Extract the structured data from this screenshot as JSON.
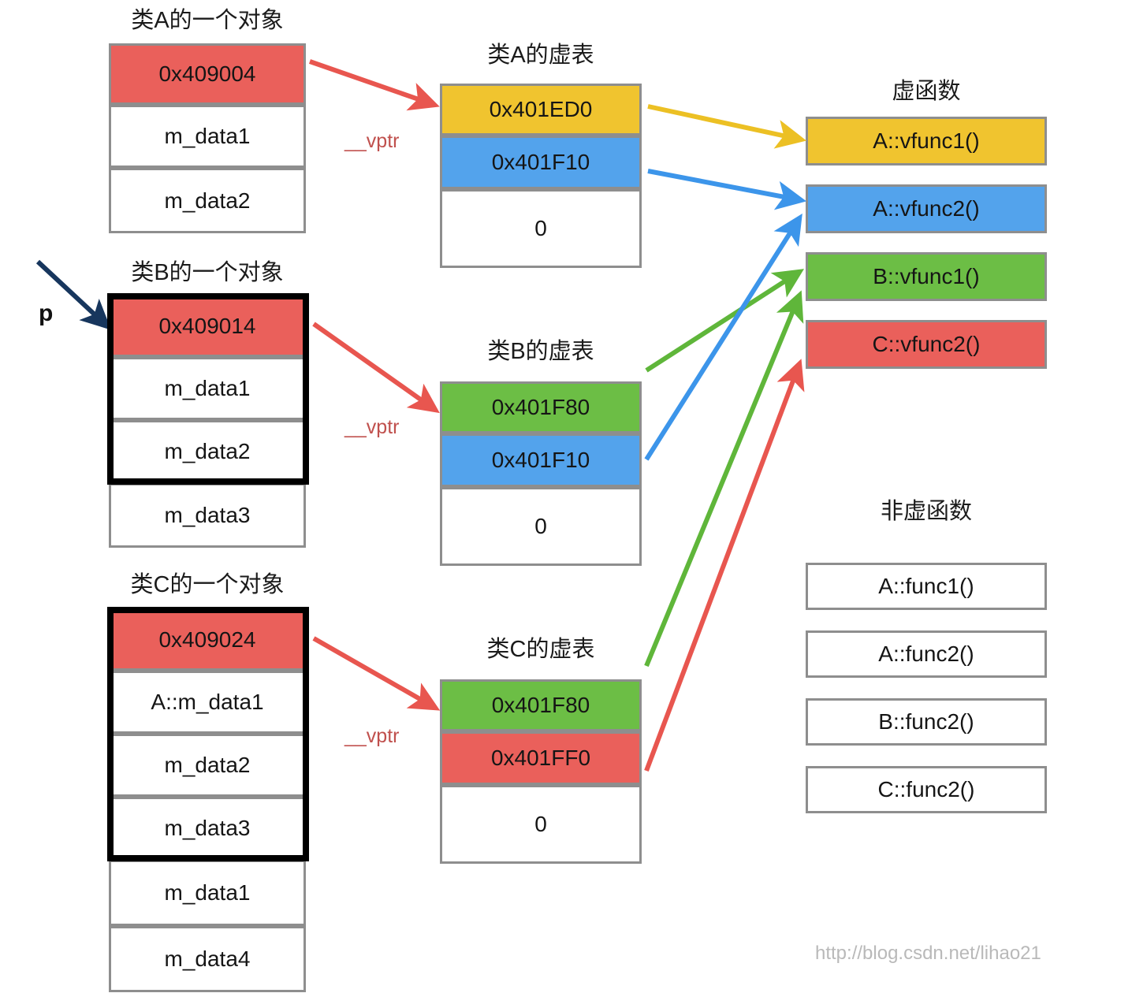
{
  "diagram": {
    "title_a_object": "类A的一个对象",
    "title_b_object": "类B的一个对象",
    "title_c_object": "类C的一个对象",
    "title_a_vtable": "类A的虚表",
    "title_b_vtable": "类B的虚表",
    "title_c_vtable": "类C的虚表",
    "title_vfuncs": "虚函数",
    "title_nonvfuncs": "非虚函数",
    "pointer_label": "p",
    "watermark": "http://blog.csdn.net/lihao21"
  },
  "vptr_labels": {
    "a": "__vptr",
    "b": "__vptr",
    "c": "__vptr"
  },
  "objects": {
    "a": {
      "rows": [
        {
          "text": "0x409004",
          "color": "red"
        },
        {
          "text": "m_data1",
          "color": "white"
        },
        {
          "text": "m_data2",
          "color": "white"
        }
      ]
    },
    "b": {
      "rows": [
        {
          "text": "0x409014",
          "color": "red"
        },
        {
          "text": "m_data1",
          "color": "white"
        },
        {
          "text": "m_data2",
          "color": "white"
        },
        {
          "text": "m_data3",
          "color": "white"
        }
      ]
    },
    "c": {
      "rows": [
        {
          "text": "0x409024",
          "color": "red"
        },
        {
          "text": "A::m_data1",
          "color": "white"
        },
        {
          "text": "m_data2",
          "color": "white"
        },
        {
          "text": "m_data3",
          "color": "white"
        },
        {
          "text": "m_data1",
          "color": "white"
        },
        {
          "text": "m_data4",
          "color": "white"
        }
      ]
    }
  },
  "vtables": {
    "a": {
      "rows": [
        {
          "text": "0x401ED0",
          "color": "yellow"
        },
        {
          "text": "0x401F10",
          "color": "blue"
        },
        {
          "text": "0",
          "color": "white"
        }
      ]
    },
    "b": {
      "rows": [
        {
          "text": "0x401F80",
          "color": "green"
        },
        {
          "text": "0x401F10",
          "color": "blue"
        },
        {
          "text": "0",
          "color": "white"
        }
      ]
    },
    "c": {
      "rows": [
        {
          "text": "0x401F80",
          "color": "green"
        },
        {
          "text": "0x401FF0",
          "color": "red"
        },
        {
          "text": "0",
          "color": "white"
        }
      ]
    }
  },
  "virtual_functions": [
    {
      "text": "A::vfunc1()",
      "color": "yellow"
    },
    {
      "text": "A::vfunc2()",
      "color": "blue"
    },
    {
      "text": "B::vfunc1()",
      "color": "green"
    },
    {
      "text": "C::vfunc2()",
      "color": "red"
    }
  ],
  "non_virtual_functions": [
    {
      "text": "A::func1()",
      "color": "white"
    },
    {
      "text": "A::func2()",
      "color": "white"
    },
    {
      "text": "B::func2()",
      "color": "white"
    },
    {
      "text": "C::func2()",
      "color": "white"
    }
  ],
  "colors": {
    "red": "#ea605b",
    "yellow": "#f0c42f",
    "blue": "#53a3ec",
    "green": "#6cbe45",
    "border_gray": "#8e8e8e",
    "pointer_arrow": "#17365d",
    "vptr_text": "#c0504d"
  }
}
